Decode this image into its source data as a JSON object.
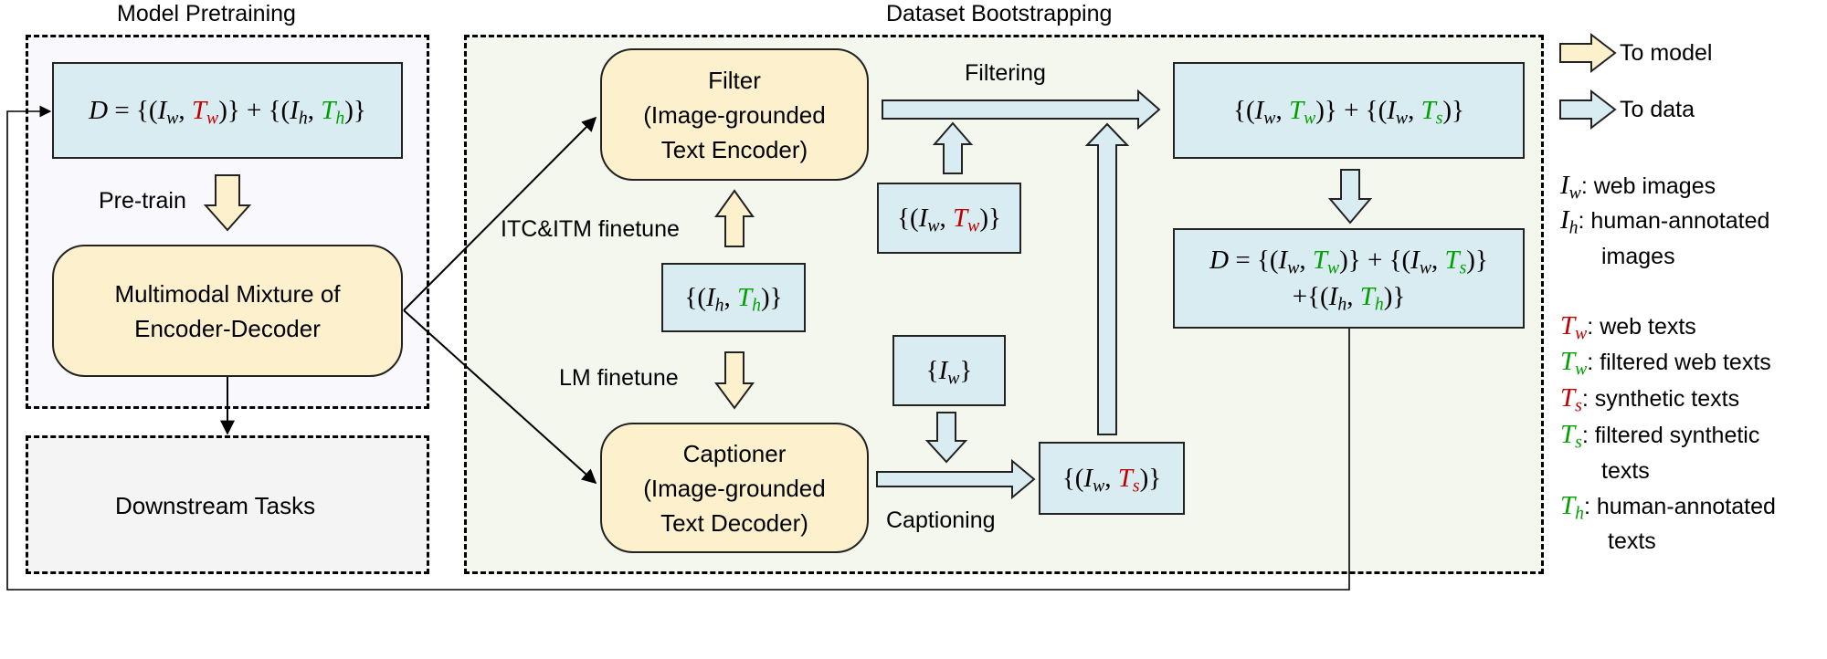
{
  "regions": {
    "pretraining_title": "Model Pretraining",
    "bootstrapping_title": "Dataset Bootstrapping"
  },
  "nodes": {
    "mixture_line1": "Multimodal Mixture of",
    "mixture_line2": "Encoder-Decoder",
    "downstream": "Downstream Tasks",
    "filter_line1": "Filter",
    "filter_line2": "(Image-grounded",
    "filter_line3": "Text Encoder)",
    "captioner_line1": "Captioner",
    "captioner_line2": "(Image-grounded",
    "captioner_line3": "Text Decoder)"
  },
  "math": {
    "D": "D",
    "eq": " = ",
    "plus": " + ",
    "I": "I",
    "T": "T",
    "w": "w",
    "h": "h",
    "s": "s",
    "lbrace": "{(",
    "rbrace": ")}",
    "comma": ", ",
    "setopen": "{",
    "setclose": "}"
  },
  "labels": {
    "pretrain": "Pre-train",
    "itc_itm": "ITC&ITM finetune",
    "lm": "LM finetune",
    "filtering": "Filtering",
    "captioning": "Captioning"
  },
  "legend": {
    "to_model": "To model",
    "to_data": "To data",
    "iw_desc": ": web images",
    "ih_desc_1": ": human-annotated",
    "ih_desc_2": "images",
    "tw_red_desc": ": web texts",
    "tw_green_desc": ": filtered web texts",
    "ts_red_desc": ": synthetic texts",
    "ts_green_desc_1": ": filtered synthetic",
    "ts_green_desc_2": "texts",
    "th_desc_1": ": human-annotated",
    "th_desc_2": "texts"
  },
  "colors": {
    "to_model_fill": "#fdf0cc",
    "to_data_fill": "#d9ecf2",
    "red": "#c00000",
    "green": "#00a000"
  }
}
